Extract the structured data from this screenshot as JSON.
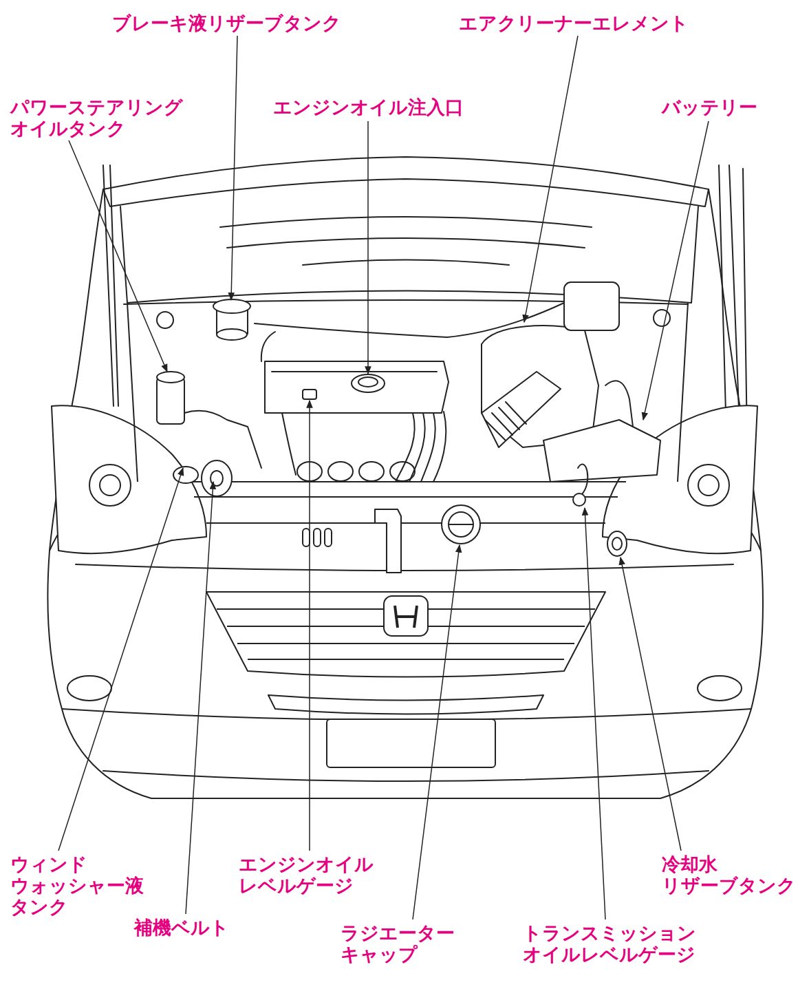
{
  "diagram": {
    "labels": [
      "ブレーキ液リザーブタンク",
      "エアクリーナーエレメント",
      "パワーステアリング オイルタンク",
      "エンジンオイル注入口",
      "バッテリー",
      "ウィンド ウォッシャー液 タンク",
      "エンジンオイル レベルゲージ",
      "冷却水 リザーブタンク",
      "補機ベルト",
      "ラジエーター キャップ",
      "トランスミッション オイルレベルゲージ"
    ]
  }
}
